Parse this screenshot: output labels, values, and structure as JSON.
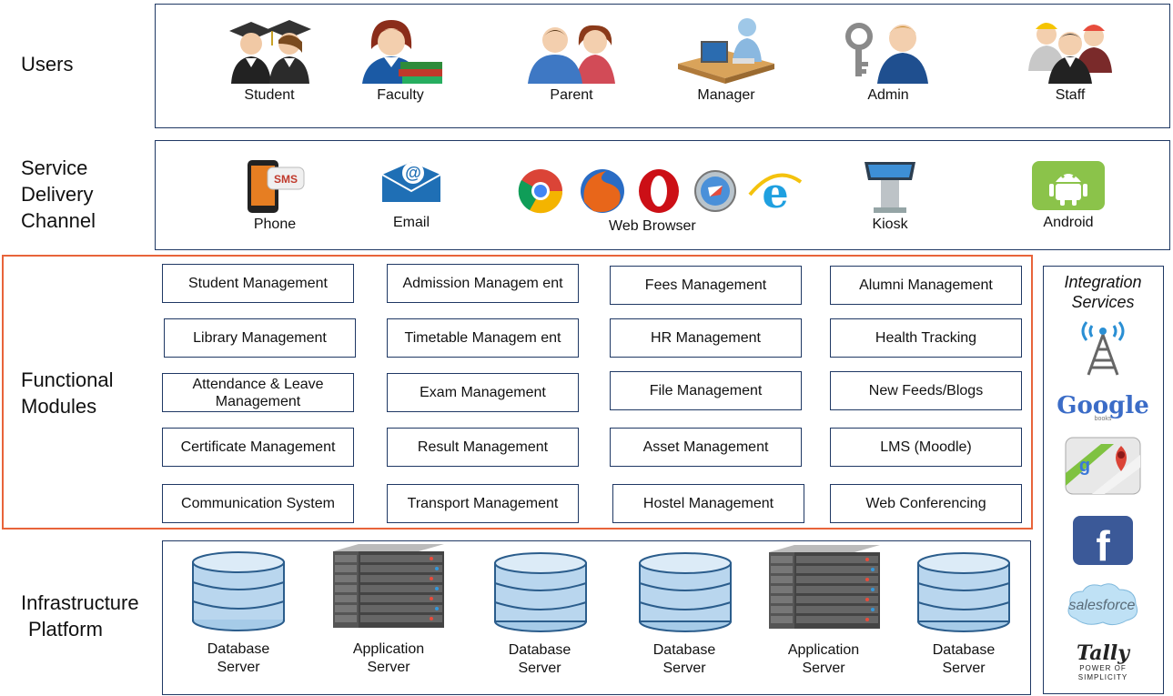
{
  "rows": {
    "users": "Users",
    "service_delivery": [
      "Service",
      "Delivery",
      "Channel"
    ],
    "functional": [
      "Functional",
      "Modules"
    ],
    "infrastructure": [
      "Infrastructure",
      "Platform"
    ]
  },
  "users": [
    "Student",
    "Faculty",
    "Parent",
    "Manager",
    "Admin",
    "Staff"
  ],
  "channels": {
    "phone": "Phone",
    "email": "Email",
    "web_browser": "Web Browser",
    "kiosk": "Kiosk",
    "android": "Android",
    "sms_badge": "SMS"
  },
  "modules": [
    "Student Management",
    "Admission Managem ent",
    "Fees Management",
    "Alumni Management",
    "Library Management",
    "Timetable Managem ent",
    "HR Management",
    "Health Tracking",
    "Attendance & Leave Management",
    "Exam Management",
    "File Management",
    "New Feeds/Blogs",
    "Certificate Management",
    "Result Management",
    "Asset Management",
    "LMS (Moodle)",
    "Communication System",
    "Transport Management",
    "Hostel Management",
    "Web Conferencing"
  ],
  "infrastructure": [
    [
      "Database",
      "Server"
    ],
    [
      "Application",
      "Server"
    ],
    [
      "Database",
      "Server"
    ],
    [
      "Database",
      "Server"
    ],
    [
      "Application",
      "Server"
    ],
    [
      "Database",
      "Server"
    ]
  ],
  "integration": {
    "title": [
      "Integration",
      "Services"
    ],
    "google": "Google",
    "google_sub": "books",
    "facebook": "f",
    "salesforce": "salesforce",
    "tally": "Tally",
    "tally_tagline": "POWER OF SIMPLICITY"
  },
  "colors": {
    "panel_border": "#1f3864",
    "highlight_border": "#e8643a"
  }
}
